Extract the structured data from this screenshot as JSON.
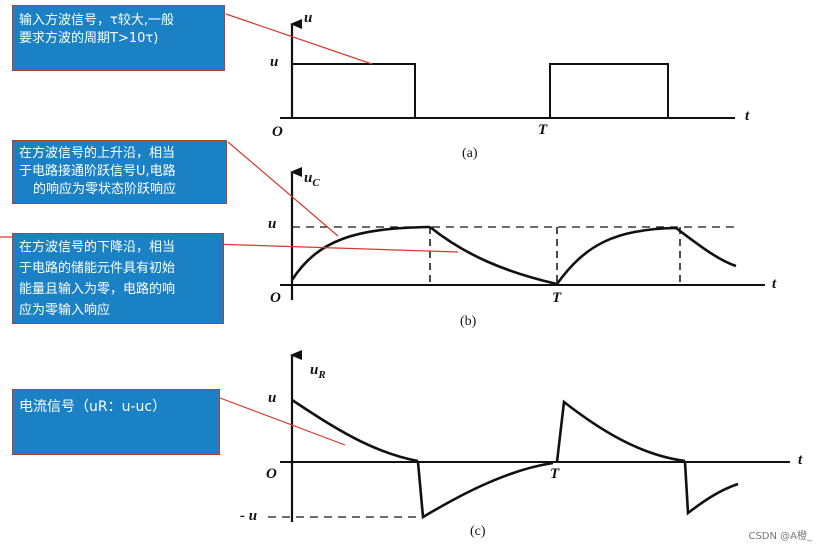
{
  "callouts": {
    "a": {
      "line1": "输入方波信号，τ较大,一般",
      "line2": "要求方波的周期T>10τ)"
    },
    "b1": {
      "line1": "在方波信号的上升沿，相当",
      "line2": "于电路接通阶跃信号U,电路",
      "line3": "的响应为零状态阶跃响应"
    },
    "b2": {
      "line1": "在方波信号的下降沿，相当",
      "line2": "于电路的储能元件具有初始",
      "line3": "能量且输入为零，电路的响",
      "line4": "应为零输入响应"
    },
    "c": {
      "line1": "电流信号（uR：u-uc）"
    }
  },
  "plot_a": {
    "ylabel": "u",
    "xlabel": "t",
    "level": "u",
    "origin": "O",
    "period": "T",
    "caption": "(a)"
  },
  "plot_b": {
    "ylabel": "u",
    "ylabel_sub": "C",
    "xlabel": "t",
    "level": "u",
    "origin": "O",
    "period": "T",
    "caption": "(b)"
  },
  "plot_c": {
    "ylabel": "u",
    "ylabel_sub": "R",
    "xlabel": "t",
    "level_pos": "u",
    "level_neg": "- u",
    "origin": "O",
    "period": "T",
    "caption": "(c)"
  },
  "watermark": "CSDN @A橙_",
  "colors": {
    "callout_bg": "#1a82c4",
    "callout_border": "#c0392b",
    "leader_line": "#d33b2f",
    "curve": "#111111"
  }
}
